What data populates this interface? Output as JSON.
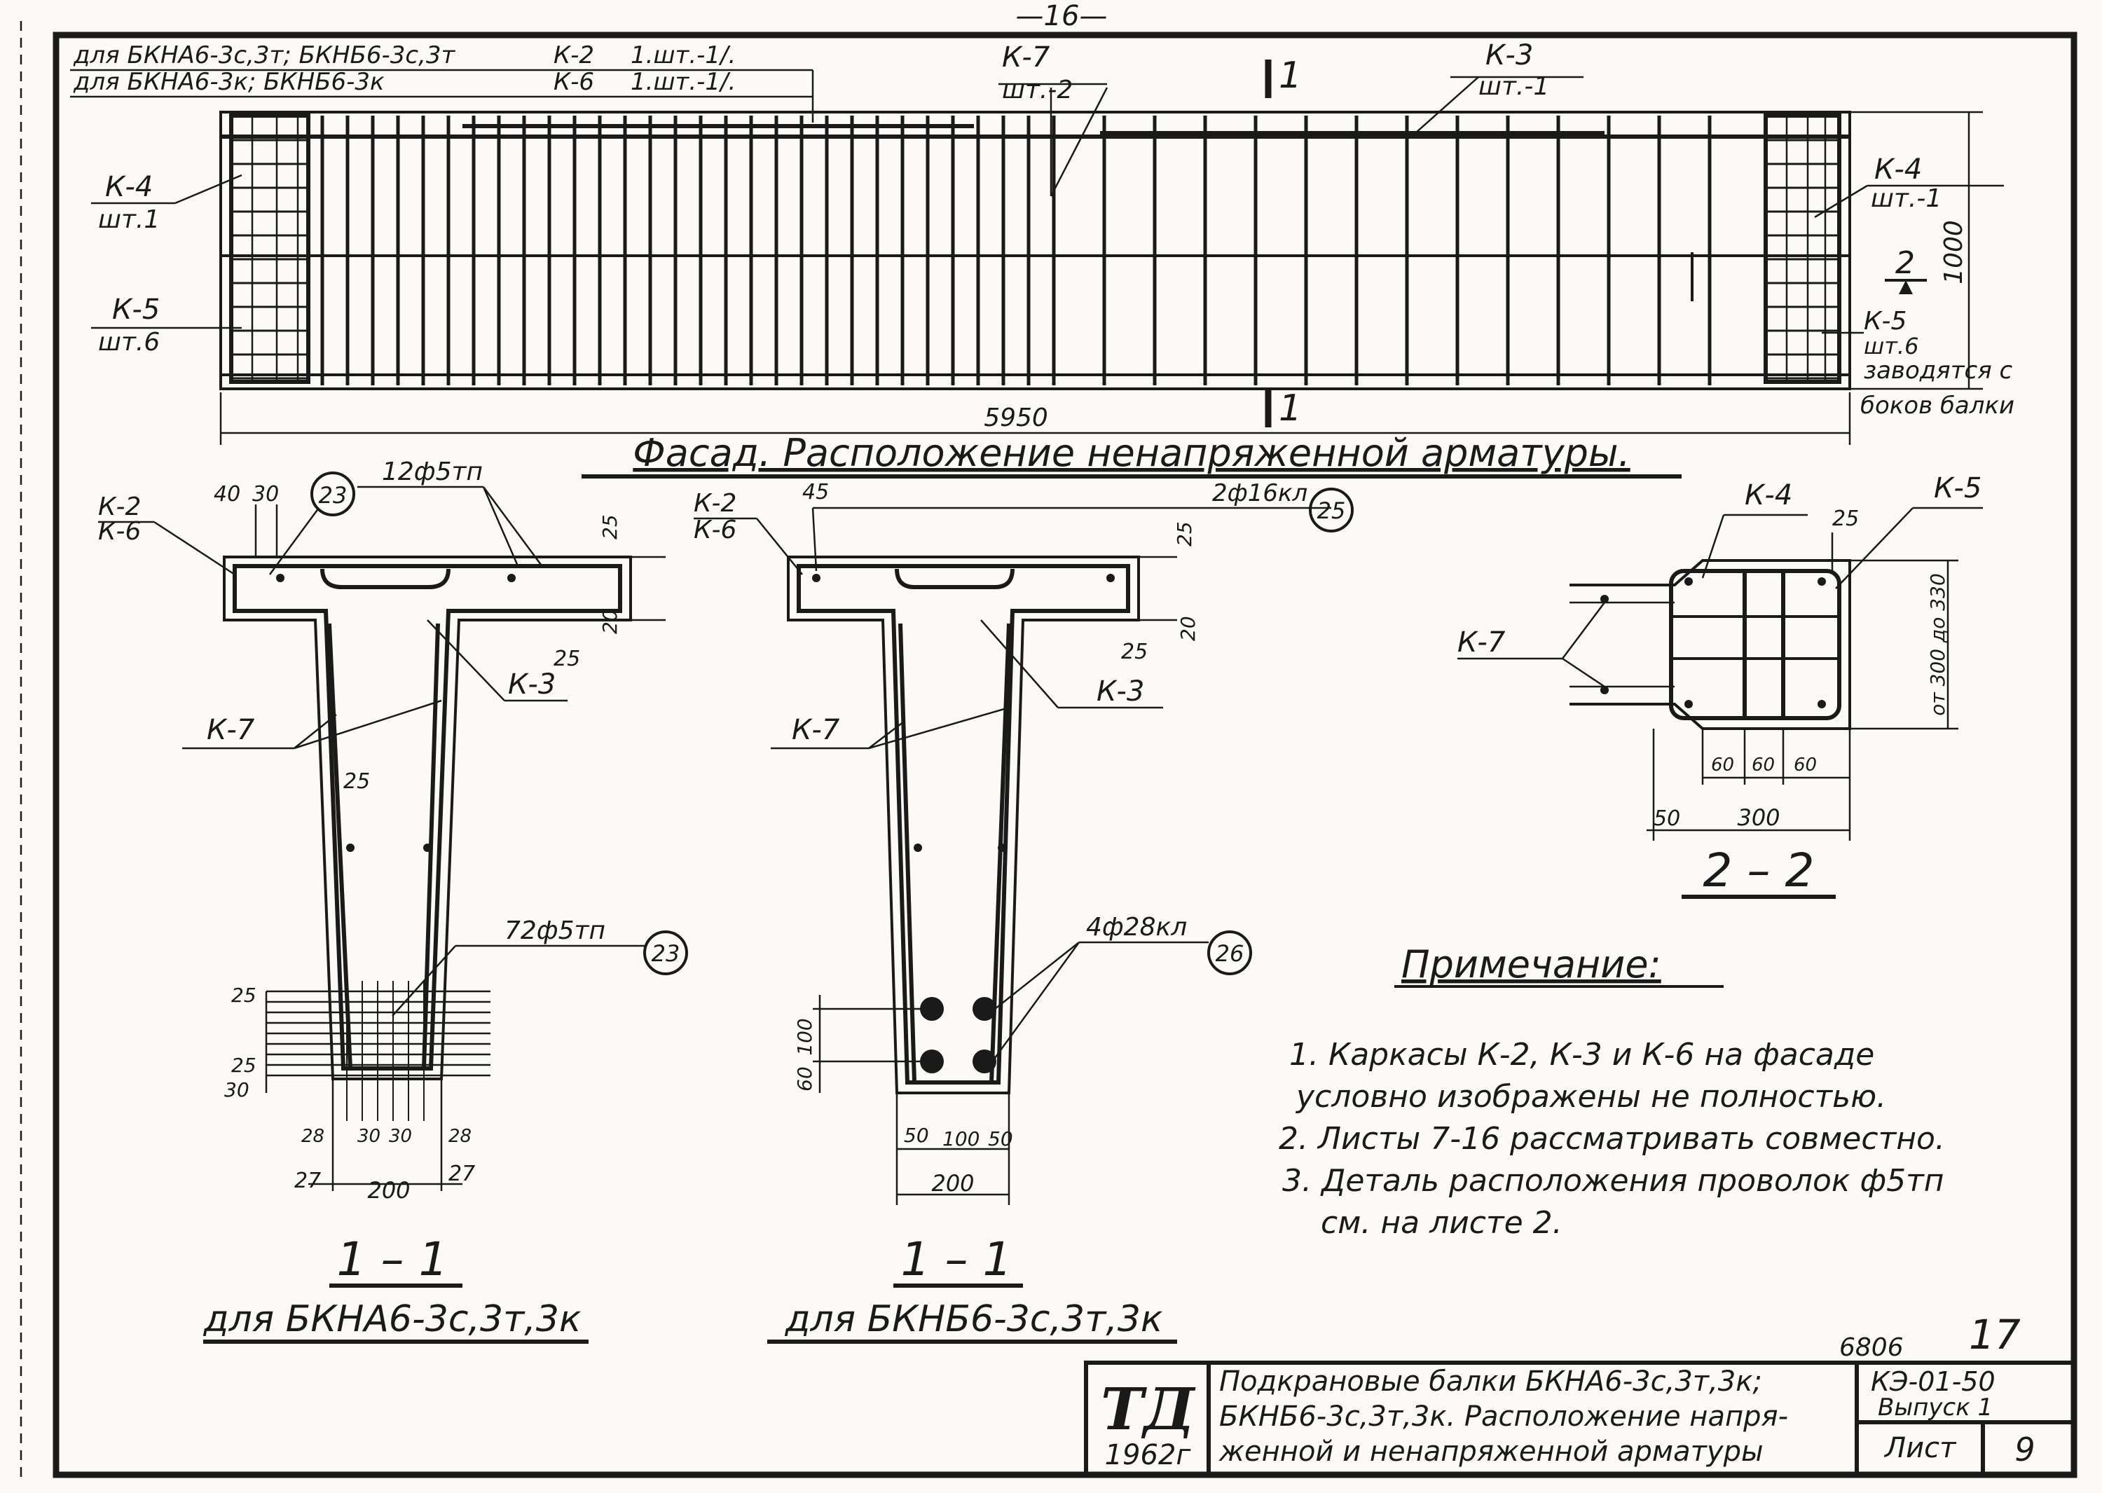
{
  "page_number": "—16—",
  "header_lines": [
    {
      "applies": "для БКНА6-3с,3т; БКНБ6-3с,3т",
      "frame": "К-2",
      "qty": "1.шт.-1/."
    },
    {
      "applies": "для БКНА6-3к; БКНБ6-3к",
      "frame": "К-6",
      "qty": "1.шт.-1/."
    }
  ],
  "facade": {
    "title": "Фасад. Расположение ненапряженной арматуры.",
    "length": "5950",
    "height": "1000",
    "section_mark": "1",
    "labels": {
      "k7": "К-7",
      "k7_qty": "шт.-2",
      "k3": "К-3",
      "k3_qty": "шт.-1",
      "k4_left": "К-4",
      "k4_left_qty": "шт.1",
      "k5_left": "К-5",
      "k5_left_qty": "шт.6",
      "k4_right": "К-4",
      "k4_right_qty": "шт.-1",
      "k5_right": "К-5",
      "k5_right_qty": "шт.6",
      "side_note_1": "заводятся с",
      "side_note_2": "боков балки",
      "mark2": "2"
    }
  },
  "section_left": {
    "caption": "1 – 1",
    "subcaption": "для БКНА6-3с,3т,3к",
    "labels": {
      "k2": "К-2",
      "k6": "К-6",
      "k3": "К-3",
      "k7": "К-7",
      "top_wire": "12ф5тп",
      "bottom_wire": "72ф5тп",
      "mark": "23"
    },
    "dims": {
      "d40": "40",
      "d30": "30",
      "d25a": "25",
      "d20": "20",
      "d25b": "25",
      "d25c": "25",
      "d25d": "25",
      "d25e": "25",
      "d30b": "30",
      "w28a": "28",
      "w30a": "30",
      "w30b": "30",
      "w28b": "28",
      "w27a": "27",
      "w200": "200",
      "w27b": "27"
    }
  },
  "section_right": {
    "caption": "1 – 1",
    "subcaption": "для БКНБ6-3с,3т,3к",
    "labels": {
      "k2": "К-2",
      "k6": "К-6",
      "k3": "К-3",
      "k7": "К-7",
      "top_bar": "2ф16кл",
      "top_mark": "25",
      "bottom_bar": "4ф28кл",
      "bottom_mark": "26"
    },
    "dims": {
      "d45": "45",
      "d25a": "25",
      "d20": "20",
      "d25b": "25",
      "h100": "100",
      "h60": "60",
      "w50a": "50",
      "w100": "100",
      "w50b": "50",
      "w200": "200"
    }
  },
  "section_22": {
    "caption": "2 – 2",
    "labels": {
      "k4": "К-4",
      "k5": "К-5",
      "k7": "К-7"
    },
    "dims": {
      "d25": "25",
      "vert": "от 300 до 330",
      "d60a": "60",
      "d60b": "60",
      "d60c": "60",
      "d50": "50",
      "d300": "300"
    }
  },
  "notes": {
    "title": "Примечание:",
    "items": [
      "1. Каркасы К-2, К-3 и К-6 на фасаде",
      "условно изображены не полностью.",
      "2. Листы 7-16 рассматривать совместно.",
      "3. Деталь расположения проволок ф5тп",
      "см. на листе 2."
    ]
  },
  "title_block": {
    "logo": "ТД",
    "year": "1962г",
    "description": [
      "Подкрановые балки БКНА6-3с,3т,3к;",
      "БКНБ6-3с,3т,3к. Расположение напря-",
      "женной и ненапряженной арматуры"
    ],
    "series": "КЭ-01-50",
    "issue": "Выпуск 1",
    "sheet_label": "Лист",
    "sheet_number": "9",
    "archive_number": "6806",
    "archive_sheet": "17"
  }
}
